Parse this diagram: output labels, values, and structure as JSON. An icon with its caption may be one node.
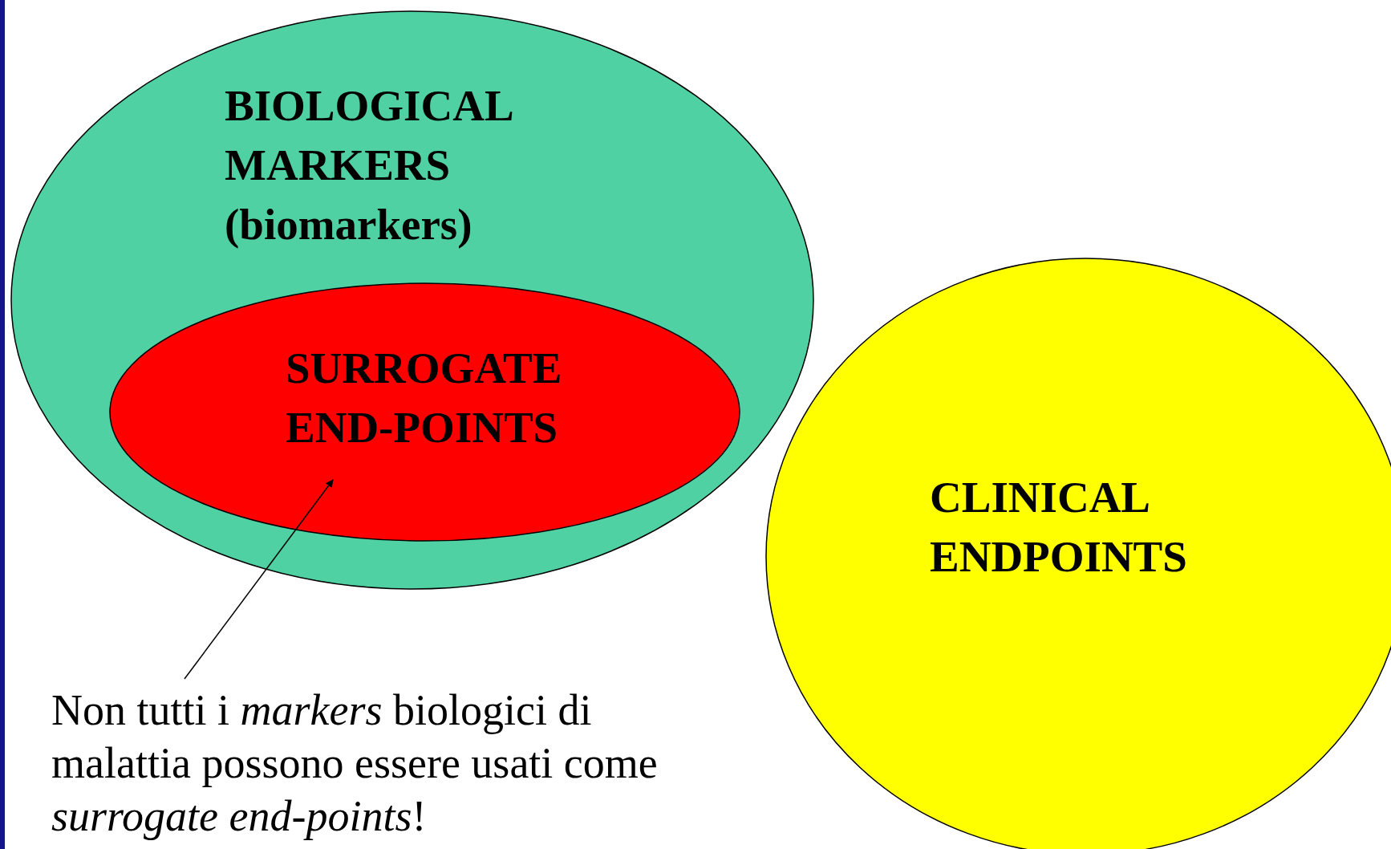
{
  "diagram": {
    "nodes": [
      {
        "text": [
          "BIOLOGICAL MARKERS (biomarkers)"
        ]
      },
      {
        "text": [
          "SURROGATE END-POINTS"
        ],
        "in": 0
      },
      {
        "text": [
          "CLINICAL ENDPOINTS"
        ]
      },
      {
        "text": [
          "Non tutti i *markers* biologici di malattia possono essere usati come *surrogate end-points*!"
        ]
      }
    ],
    "edges": [
      {
        "from": 3,
        "to": 1,
        "arrow": "to"
      }
    ]
  }
}
